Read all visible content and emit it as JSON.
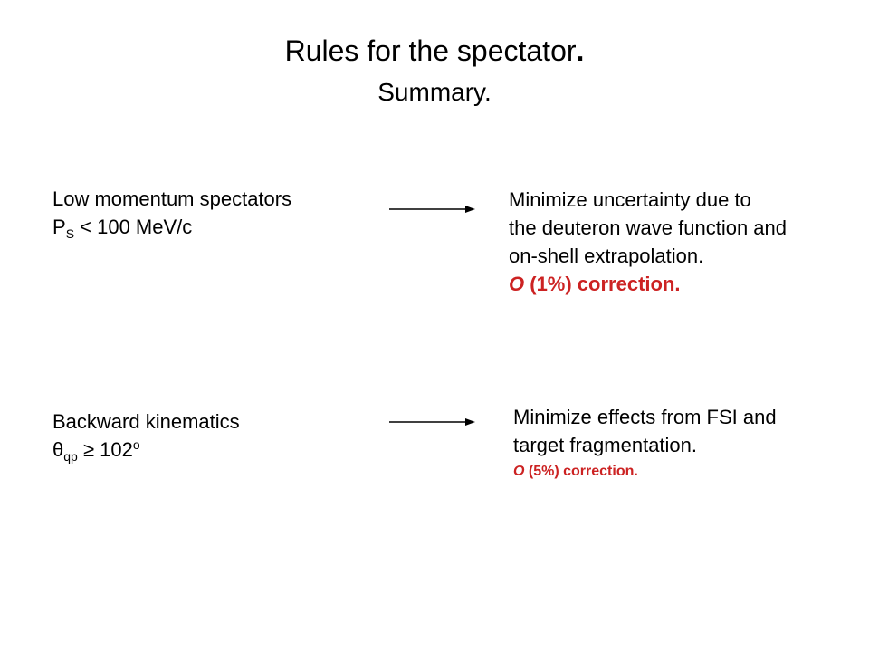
{
  "slide": {
    "title": "Rules for the spectator",
    "title_period": ".",
    "subtitle": "Summary."
  },
  "rule1": {
    "condition_line1": "Low momentum spectators",
    "momentum_symbol": "P",
    "momentum_subscript": "S",
    "momentum_condition": " < 100 MeV/c",
    "result_line1": "Minimize uncertainty due to",
    "result_line2": "the deuteron wave function and",
    "result_line3": "on-shell extrapolation.",
    "correction_order": "O",
    "correction_rest": " (1%) correction."
  },
  "rule2": {
    "condition_line1": "Backward kinematics",
    "angle_symbol": "θ",
    "angle_subscript": "qp",
    "angle_condition": " ≥ 102",
    "angle_superscript": "o",
    "result_line1": "Minimize effects from FSI and",
    "result_line2": "target fragmentation.",
    "correction_order": "O",
    "correction_rest": " (5%)  correction."
  },
  "colors": {
    "text": "#000000",
    "highlight": "#cc2222",
    "background": "#ffffff"
  },
  "icons": {
    "arrow": "right-arrow-icon"
  }
}
